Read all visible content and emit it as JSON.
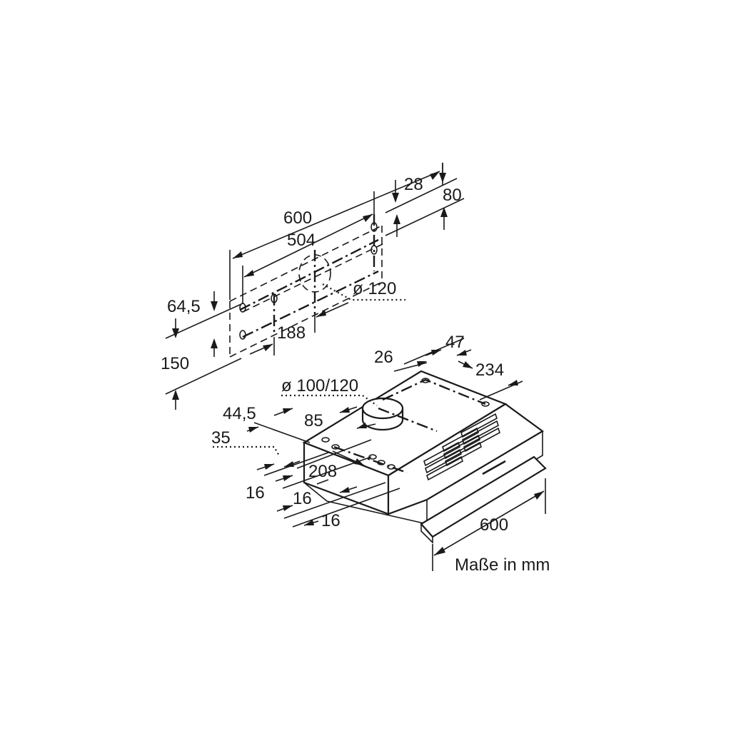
{
  "labels": {
    "wall_width": "600",
    "wall_hole_spacing": "504",
    "wall_top_offset": "28",
    "wall_hole_height": "80",
    "wall_duct_diameter": "ø 120",
    "wall_left_offset": "64,5",
    "wall_duct_offset": "188",
    "wall_bottom": "150",
    "top_26": "26",
    "top_47": "47",
    "top_234": "234",
    "top_duct_diameter": "ø 100/120",
    "front_44_5": "44,5",
    "front_85": "85",
    "front_35": "35",
    "front_208": "208",
    "front_16_a": "16",
    "front_16_b": "16",
    "front_16_c": "16",
    "hood_width": "600",
    "units_note": "Maße in mm"
  }
}
